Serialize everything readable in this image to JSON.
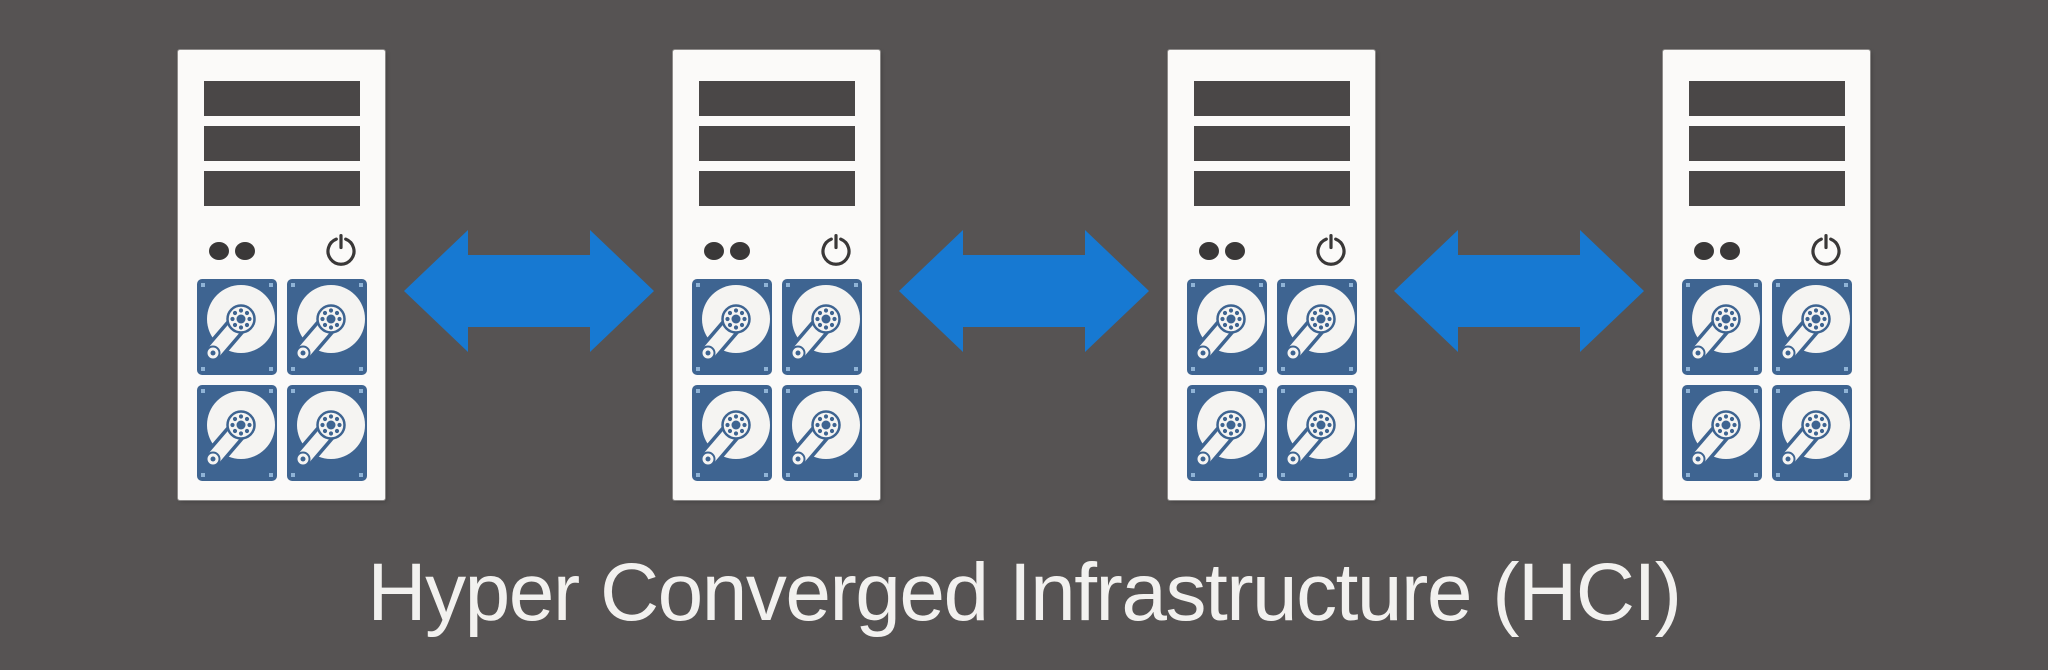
{
  "diagram": {
    "caption": "Hyper Converged Infrastructure (HCI)",
    "node_count": 4,
    "connection_count": 3,
    "nodes": [
      {
        "name": "server-node-1",
        "led_count": 2,
        "bay_count": 3,
        "drive_count": 4
      },
      {
        "name": "server-node-2",
        "led_count": 2,
        "bay_count": 3,
        "drive_count": 4
      },
      {
        "name": "server-node-3",
        "led_count": 2,
        "bay_count": 3,
        "drive_count": 4
      },
      {
        "name": "server-node-4",
        "led_count": 2,
        "bay_count": 3,
        "drive_count": 4
      }
    ],
    "icons": {
      "server": "tower-server-icon",
      "drive": "hard-disk-icon",
      "power": "power-icon",
      "led": "led-indicator",
      "connection": "double-arrow-icon"
    },
    "colors": {
      "background": "#565353",
      "server_body": "#fbfaf9",
      "server_bay": "#4a4747",
      "drive_blue": "#3e6491",
      "drive_screw": "#8fb3d6",
      "drive_face": "#f5f4f2",
      "arrow_blue": "#1779d2",
      "caption_text": "#f2f1ef",
      "control_dark": "#3a3838"
    }
  }
}
